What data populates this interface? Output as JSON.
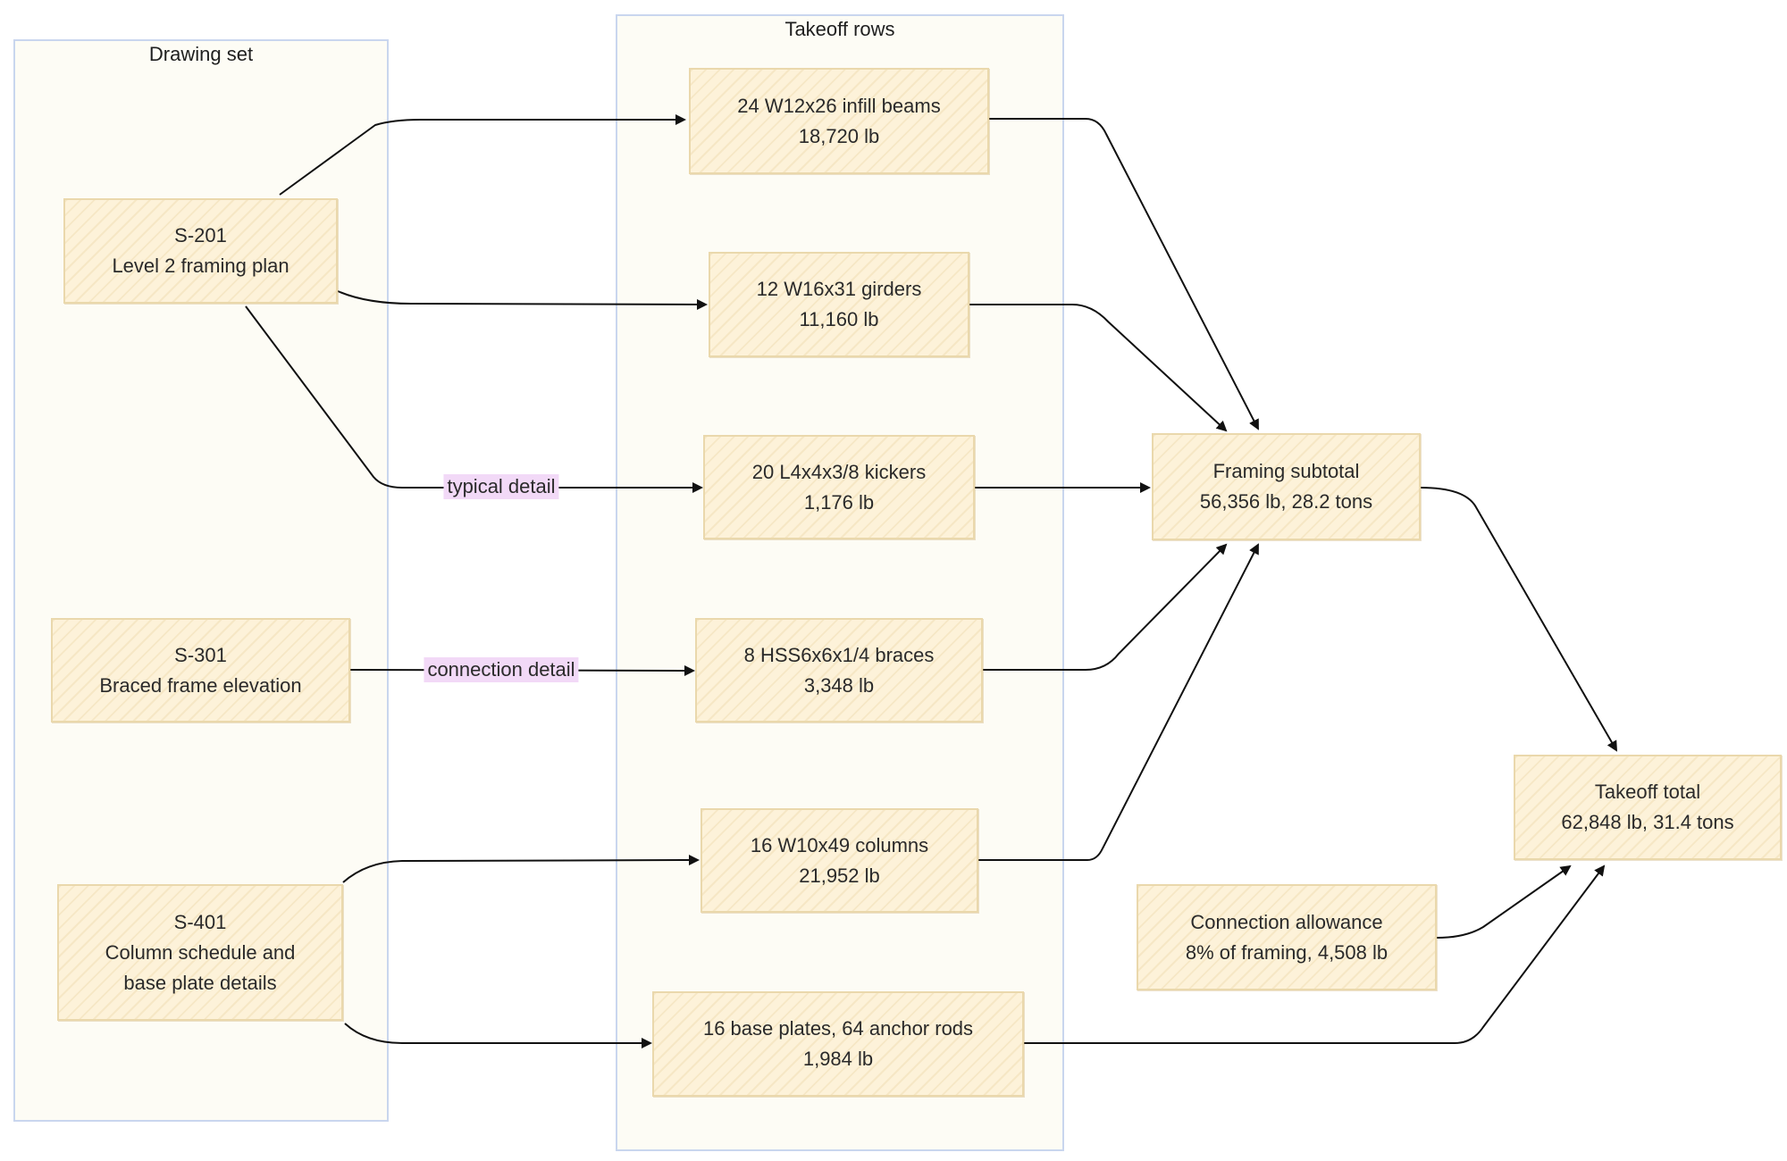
{
  "groups": {
    "drawing_set": {
      "title": "Drawing set"
    },
    "takeoff_rows": {
      "title": "Takeoff rows"
    }
  },
  "sheets": {
    "s201": {
      "line1": "S-201",
      "line2": "Level 2 framing plan"
    },
    "s301": {
      "line1": "S-301",
      "line2": "Braced frame elevation"
    },
    "s401": {
      "line1": "S-401",
      "line2": "Column schedule and",
      "line3": "base plate details"
    }
  },
  "rows": {
    "beams": {
      "line1": "24 W12x26 infill beams",
      "line2": "18,720 lb"
    },
    "girders": {
      "line1": "12 W16x31 girders",
      "line2": "11,160 lb"
    },
    "kickers": {
      "line1": "20 L4x4x3/8 kickers",
      "line2": "1,176 lb"
    },
    "braces": {
      "line1": "8 HSS6x6x1/4 braces",
      "line2": "3,348 lb"
    },
    "columns": {
      "line1": "16 W10x49 columns",
      "line2": "21,952 lb"
    },
    "plates": {
      "line1": "16 base plates, 64 anchor rods",
      "line2": "1,984 lb"
    }
  },
  "totals": {
    "framing_subtotal": {
      "line1": "Framing subtotal",
      "line2": "56,356 lb, 28.2 tons"
    },
    "connection_allowance": {
      "line1": "Connection allowance",
      "line2": "8% of framing, 4,508 lb"
    },
    "takeoff_total": {
      "line1": "Takeoff total",
      "line2": "62,848 lb, 31.4 tons"
    }
  },
  "edge_labels": {
    "typical_detail": "typical detail",
    "connection_detail": "connection detail"
  },
  "colors": {
    "node_fill": "#fdf2d9",
    "node_border": "#ead8ac",
    "group_fill": "#fdfcf5",
    "group_border": "#c9d6ee",
    "edge_label_fill": "#f2d9f7",
    "edge": "#111111"
  }
}
